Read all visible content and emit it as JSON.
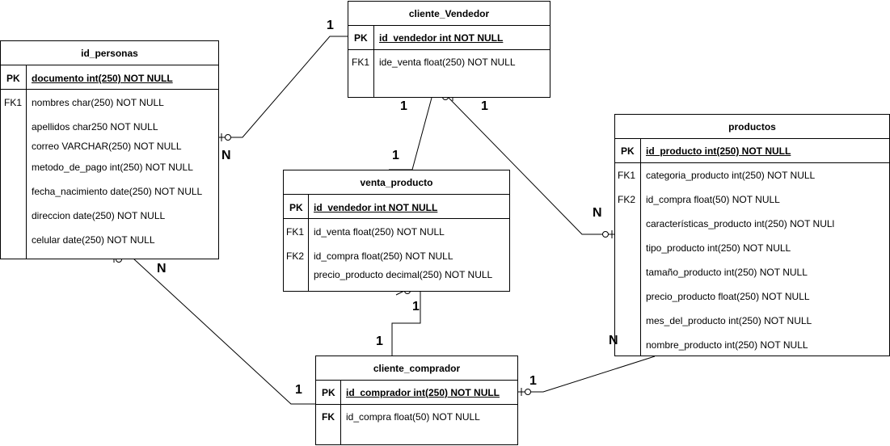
{
  "tables": {
    "id_personas": {
      "name": "id_personas",
      "pk_key": "PK",
      "pk_field": "documento int(250) NOT NULL",
      "rows": [
        {
          "key": "FK1",
          "field": "nombres char(250) NOT NULL"
        },
        {
          "key": "",
          "field": "apellidos char250 NOT NULL"
        },
        {
          "key": "",
          "field": "correo VARCHAR(250) NOT NULL"
        },
        {
          "key": "",
          "field": "metodo_de_pago int(250) NOT NULL"
        },
        {
          "key": "",
          "field": "fecha_nacimiento date(250) NOT NULL"
        },
        {
          "key": "",
          "field": "direccion date(250) NOT NULL"
        },
        {
          "key": "",
          "field": "celular date(250) NOT NULL"
        }
      ]
    },
    "cliente_vendedor": {
      "name": "cliente_Vendedor",
      "pk_key": "PK",
      "pk_field": "id_vendedor int NOT NULL",
      "rows": [
        {
          "key": "FK1",
          "field": "ide_venta float(250) NOT NULL"
        }
      ]
    },
    "venta_producto": {
      "name": "venta_producto",
      "pk_key": "PK",
      "pk_field": "id_vendedor int NOT NULL",
      "rows": [
        {
          "key": "FK1",
          "field": "id_venta float(250) NOT NULL"
        },
        {
          "key": "FK2",
          "field": "id_compra float(250) NOT NULL"
        },
        {
          "key": "",
          "field": "precio_producto decimal(250) NOT NULL"
        }
      ]
    },
    "productos": {
      "name": "productos",
      "pk_key": "PK",
      "pk_field": "id_producto int(250) NOT NULL",
      "rows": [
        {
          "key": "FK1",
          "field": "categoria_producto int(250) NOT NULL"
        },
        {
          "key": "FK2",
          "field": "id_compra float(50) NOT NULL"
        },
        {
          "key": "",
          "field": "características_producto int(250) NOT NULl"
        },
        {
          "key": "",
          "field": "tipo_producto int(250) NOT NULL"
        },
        {
          "key": "",
          "field": "tamaño_producto int(250) NOT NULL"
        },
        {
          "key": "",
          "field": "precio_producto float(250) NOT NULL"
        },
        {
          "key": "",
          "field": "mes_del_producto int(250) NOT NULL"
        },
        {
          "key": "",
          "field": "nombre_producto int(250) NOT NULL"
        }
      ]
    },
    "cliente_comprador": {
      "name": "cliente_comprador",
      "pk_key": "PK",
      "pk_field": "id_comprador int(250) NOT NULL",
      "rows": [
        {
          "key": "FK",
          "field": "id_compra float(50) NOT NULL"
        }
      ]
    }
  },
  "cardinalities": {
    "vendedor_side_personas": "1",
    "personas_side_vendedor": "N",
    "vendedor_side_venta": "1",
    "venta_side_vendedor": "1",
    "vendedor_side_productos": "1",
    "productos_side_vendedor": "N",
    "personas_side_comprador": "N",
    "comprador_side_personas": "1",
    "venta_side_comprador": "1",
    "comprador_side_venta": "1",
    "comprador_side_productos": "1",
    "productos_side_comprador": "N"
  }
}
